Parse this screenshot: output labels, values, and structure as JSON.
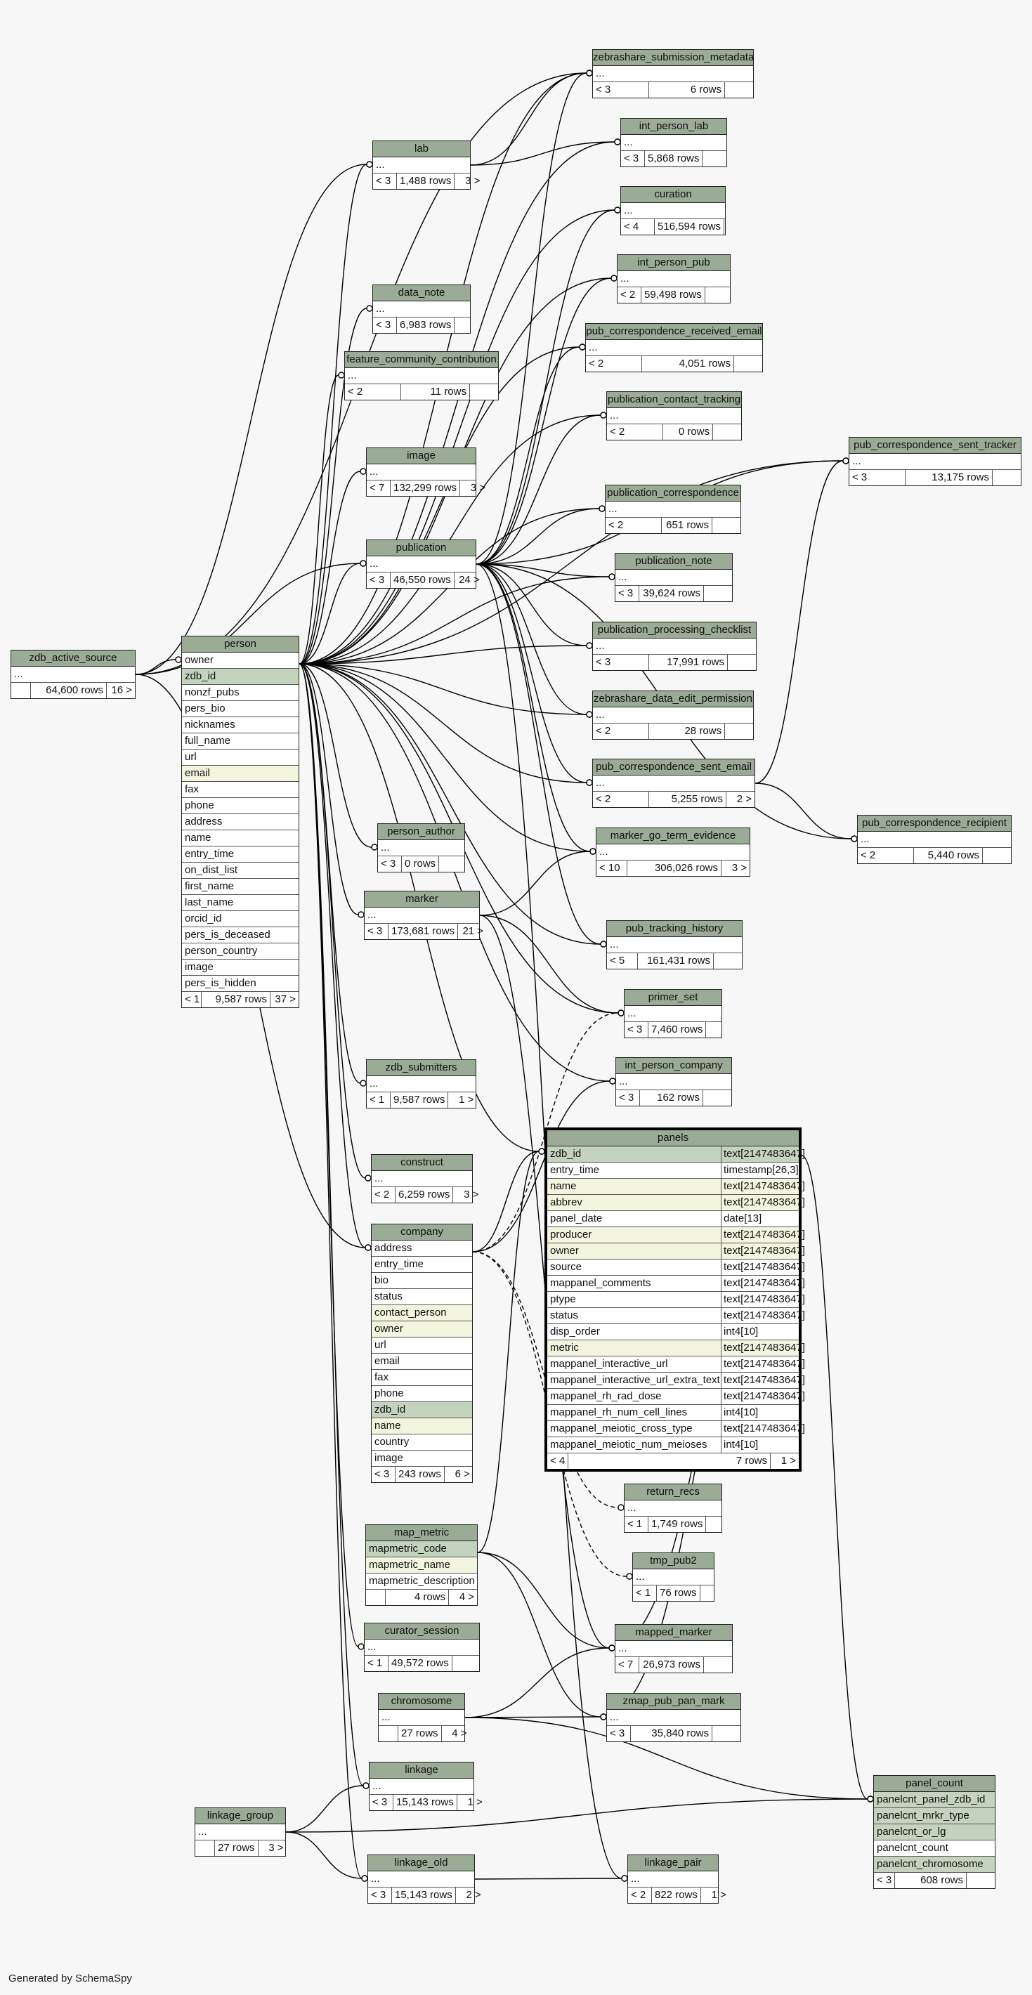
{
  "footer_text": "Generated by SchemaSpy",
  "colors": {
    "header": "#9aab96",
    "primary_key": "#c3d3bd",
    "foreign_key": "#f4f5df",
    "edge": "#000000"
  },
  "tables": [
    {
      "name": "zebrashare_submission_metadata",
      "cols": [
        "..."
      ],
      "rows": "6 rows",
      "rel": "< 3",
      "children": ""
    },
    {
      "name": "lab",
      "cols": [
        "..."
      ],
      "rows": "1,488 rows",
      "rel": "< 3",
      "children": "3 >"
    },
    {
      "name": "int_person_lab",
      "cols": [
        "..."
      ],
      "rows": "5,868 rows",
      "rel": "< 3",
      "children": ""
    },
    {
      "name": "curation",
      "cols": [
        "..."
      ],
      "rows": "516,594 rows",
      "rel": "< 4",
      "children": ""
    },
    {
      "name": "int_person_pub",
      "cols": [
        "..."
      ],
      "rows": "59,498 rows",
      "rel": "< 2",
      "children": ""
    },
    {
      "name": "data_note",
      "cols": [
        "..."
      ],
      "rows": "6,983 rows",
      "rel": "< 3",
      "children": ""
    },
    {
      "name": "pub_correspondence_received_email",
      "cols": [
        "..."
      ],
      "rows": "4,051 rows",
      "rel": "< 2",
      "children": ""
    },
    {
      "name": "feature_community_contribution",
      "cols": [
        "..."
      ],
      "rows": "11 rows",
      "rel": "< 2",
      "children": ""
    },
    {
      "name": "publication_contact_tracking",
      "cols": [
        "..."
      ],
      "rows": "0 rows",
      "rel": "< 2",
      "children": ""
    },
    {
      "name": "image",
      "cols": [
        "..."
      ],
      "rows": "132,299 rows",
      "rel": "< 7",
      "children": "3 >"
    },
    {
      "name": "pub_correspondence_sent_tracker",
      "cols": [
        "..."
      ],
      "rows": "13,175 rows",
      "rel": "< 3",
      "children": ""
    },
    {
      "name": "publication_correspondence",
      "cols": [
        "..."
      ],
      "rows": "651 rows",
      "rel": "< 2",
      "children": ""
    },
    {
      "name": "publication",
      "cols": [
        "..."
      ],
      "rows": "46,550 rows",
      "rel": "< 3",
      "children": "24 >"
    },
    {
      "name": "publication_note",
      "cols": [
        "..."
      ],
      "rows": "39,624 rows",
      "rel": "< 3",
      "children": ""
    },
    {
      "name": "publication_processing_checklist",
      "cols": [
        "..."
      ],
      "rows": "17,991 rows",
      "rel": "< 3",
      "children": ""
    },
    {
      "name": "zdb_active_source",
      "cols": [
        "..."
      ],
      "rows": "64,600 rows",
      "rel": "",
      "children": "16 >"
    },
    {
      "name": "person",
      "cols": [
        "owner",
        "zdb_id",
        "nonzf_pubs",
        "pers_bio",
        "nicknames",
        "full_name",
        "url",
        "email",
        "fax",
        "phone",
        "address",
        "name",
        "entry_time",
        "on_dist_list",
        "first_name",
        "last_name",
        "orcid_id",
        "pers_is_deceased",
        "person_country",
        "image",
        "pers_is_hidden"
      ],
      "pk": [
        "zdb_id"
      ],
      "fk": [
        "email"
      ],
      "rows": "9,587 rows",
      "rel": "< 1",
      "children": "37 >"
    },
    {
      "name": "zebrashare_data_edit_permission",
      "cols": [
        "..."
      ],
      "rows": "28 rows",
      "rel": "< 2",
      "children": ""
    },
    {
      "name": "pub_correspondence_sent_email",
      "cols": [
        "..."
      ],
      "rows": "5,255 rows",
      "rel": "< 2",
      "children": "2 >"
    },
    {
      "name": "pub_correspondence_recipient",
      "cols": [
        "..."
      ],
      "rows": "5,440 rows",
      "rel": "< 2",
      "children": ""
    },
    {
      "name": "person_author",
      "cols": [
        "..."
      ],
      "rows": "0 rows",
      "rel": "< 3",
      "children": ""
    },
    {
      "name": "marker_go_term_evidence",
      "cols": [
        "..."
      ],
      "rows": "306,026 rows",
      "rel": "< 10",
      "children": "3 >"
    },
    {
      "name": "marker",
      "cols": [
        "..."
      ],
      "rows": "173,681 rows",
      "rel": "< 3",
      "children": "21 >"
    },
    {
      "name": "pub_tracking_history",
      "cols": [
        "..."
      ],
      "rows": "161,431 rows",
      "rel": "< 5",
      "children": ""
    },
    {
      "name": "primer_set",
      "cols": [
        "..."
      ],
      "rows": "7,460 rows",
      "rel": "< 3",
      "children": ""
    },
    {
      "name": "zdb_submitters",
      "cols": [
        "..."
      ],
      "rows": "9,587 rows",
      "rel": "< 1",
      "children": "1 >"
    },
    {
      "name": "int_person_company",
      "cols": [
        "..."
      ],
      "rows": "162 rows",
      "rel": "< 3",
      "children": ""
    },
    {
      "name": "panels",
      "cols": [
        "zdb_id",
        "entry_time",
        "name",
        "abbrev",
        "panel_date",
        "producer",
        "owner",
        "source",
        "mappanel_comments",
        "ptype",
        "status",
        "disp_order",
        "metric",
        "mappanel_interactive_url",
        "mappanel_interactive_url_extra_text",
        "mappanel_rh_rad_dose",
        "mappanel_rh_num_cell_lines",
        "mappanel_meiotic_cross_type",
        "mappanel_meiotic_num_meioses"
      ],
      "types": [
        "text[2147483647]",
        "timestamp[26,3]",
        "text[2147483647]",
        "text[2147483647]",
        "date[13]",
        "text[2147483647]",
        "text[2147483647]",
        "text[2147483647]",
        "text[2147483647]",
        "text[2147483647]",
        "text[2147483647]",
        "int4[10]",
        "text[2147483647]",
        "text[2147483647]",
        "text[2147483647]",
        "text[2147483647]",
        "int4[10]",
        "text[2147483647]",
        "int4[10]"
      ],
      "pk": [
        "zdb_id"
      ],
      "fk": [
        "name",
        "abbrev",
        "producer",
        "owner",
        "metric"
      ],
      "rows": "7 rows",
      "rel": "< 4",
      "children": "1 >",
      "focus": true
    },
    {
      "name": "construct",
      "cols": [
        "..."
      ],
      "rows": "6,259 rows",
      "rel": "< 2",
      "children": "3 >"
    },
    {
      "name": "company",
      "cols": [
        "address",
        "entry_time",
        "bio",
        "status",
        "contact_person",
        "owner",
        "url",
        "email",
        "fax",
        "phone",
        "zdb_id",
        "name",
        "country",
        "image"
      ],
      "pk": [
        "zdb_id"
      ],
      "fk": [
        "contact_person",
        "owner",
        "name"
      ],
      "rows": "243 rows",
      "rel": "< 3",
      "children": "6 >"
    },
    {
      "name": "return_recs",
      "cols": [
        "..."
      ],
      "rows": "1,749 rows",
      "rel": "< 1",
      "children": ""
    },
    {
      "name": "map_metric",
      "cols": [
        "mapmetric_code",
        "mapmetric_name",
        "mapmetric_description"
      ],
      "pk": [
        "mapmetric_code"
      ],
      "fk": [
        "mapmetric_name"
      ],
      "rows": "4 rows",
      "rel": "",
      "children": "4 >"
    },
    {
      "name": "tmp_pub2",
      "cols": [
        "..."
      ],
      "rows": "76 rows",
      "rel": "< 1",
      "children": ""
    },
    {
      "name": "curator_session",
      "cols": [
        "..."
      ],
      "rows": "49,572 rows",
      "rel": "< 1",
      "children": ""
    },
    {
      "name": "mapped_marker",
      "cols": [
        "..."
      ],
      "rows": "26,973 rows",
      "rel": "< 7",
      "children": ""
    },
    {
      "name": "chromosome",
      "cols": [
        "..."
      ],
      "rows": "27 rows",
      "rel": "",
      "children": "4 >"
    },
    {
      "name": "zmap_pub_pan_mark",
      "cols": [
        "..."
      ],
      "rows": "35,840 rows",
      "rel": "< 3",
      "children": ""
    },
    {
      "name": "linkage",
      "cols": [
        "..."
      ],
      "rows": "15,143 rows",
      "rel": "< 3",
      "children": "1 >"
    },
    {
      "name": "panel_count",
      "cols": [
        "panelcnt_panel_zdb_id",
        "panelcnt_mrkr_type",
        "panelcnt_or_lg",
        "panelcnt_count",
        "panelcnt_chromosome"
      ],
      "pk": [
        "panelcnt_panel_zdb_id",
        "panelcnt_mrkr_type",
        "panelcnt_or_lg",
        "panelcnt_chromosome"
      ],
      "fk": [
        "panelcnt_or_lg"
      ],
      "rows": "608 rows",
      "rel": "< 3",
      "children": ""
    },
    {
      "name": "linkage_group",
      "cols": [
        "..."
      ],
      "rows": "27 rows",
      "rel": "",
      "children": "3 >"
    },
    {
      "name": "linkage_old",
      "cols": [
        "..."
      ],
      "rows": "15,143 rows",
      "rel": "< 3",
      "children": "2 >"
    },
    {
      "name": "linkage_pair",
      "cols": [
        "..."
      ],
      "rows": "822 rows",
      "rel": "< 2",
      "children": "1 >"
    }
  ]
}
